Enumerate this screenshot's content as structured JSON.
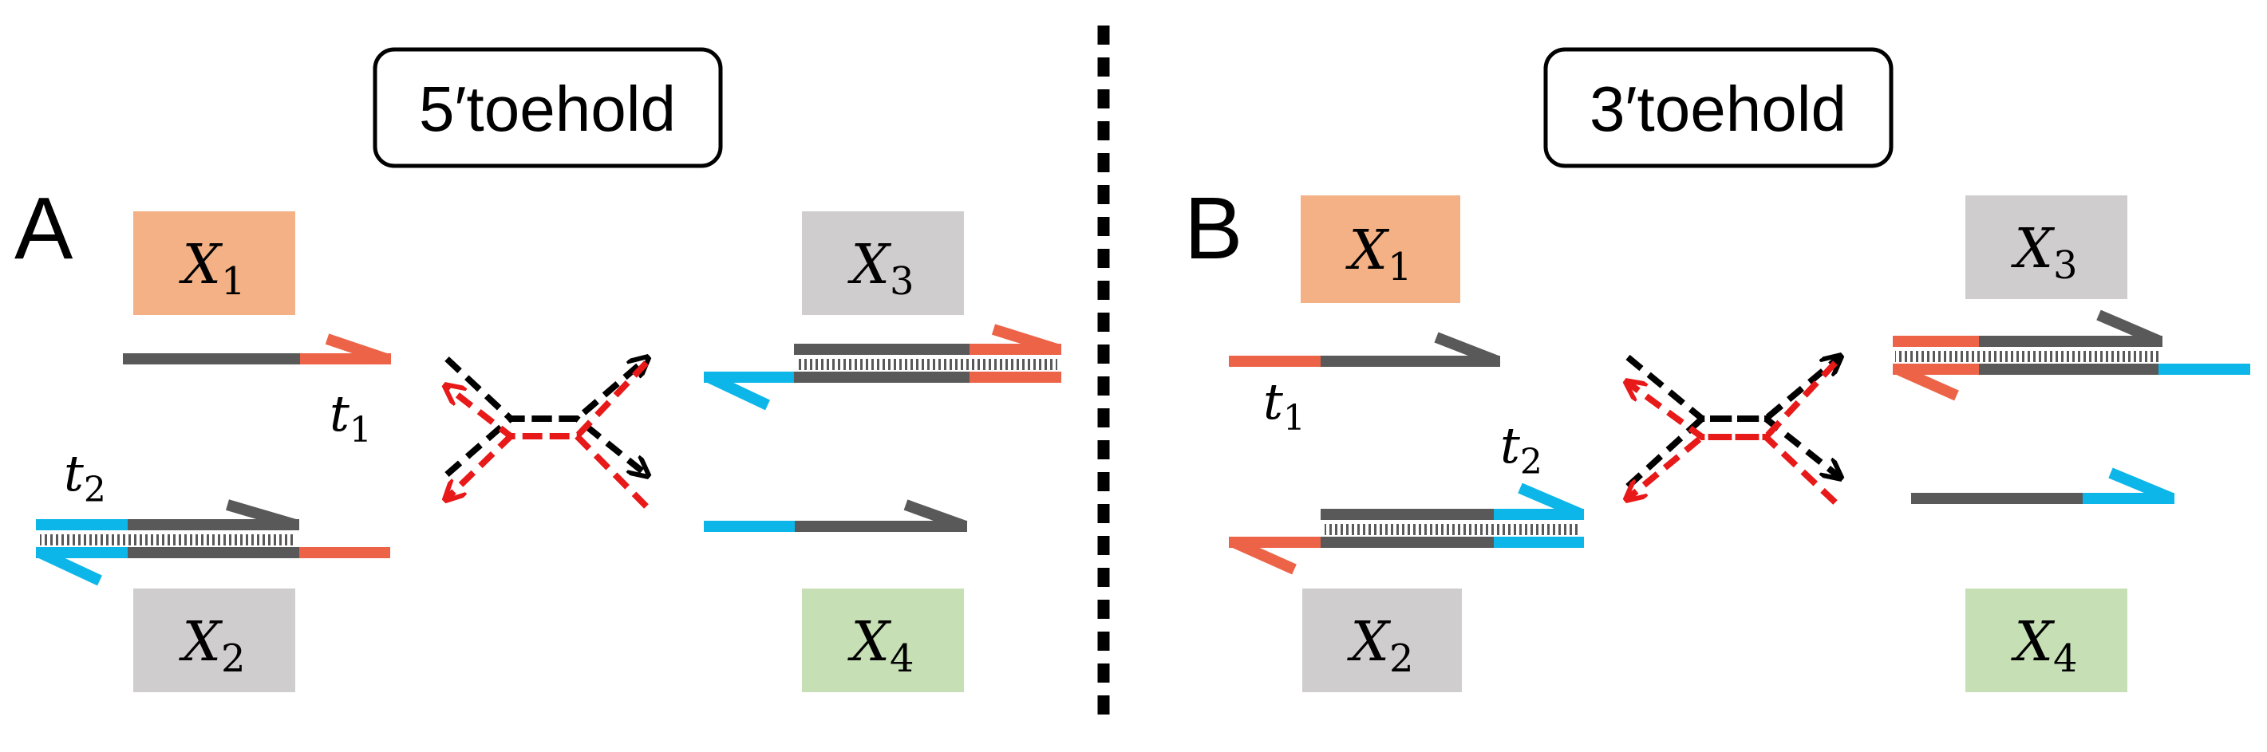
{
  "panels": [
    {
      "letter": "A",
      "title": "5′toehold",
      "species": [
        {
          "var": "X",
          "sub": "1",
          "color": "#F3B185"
        },
        {
          "var": "X",
          "sub": "2",
          "color": "#CFCDCD"
        },
        {
          "var": "X",
          "sub": "3",
          "color": "#CFCDCD"
        },
        {
          "var": "X",
          "sub": "4",
          "color": "#C6DFB4"
        }
      ],
      "toeholds": [
        {
          "var": "t",
          "sub": "1"
        },
        {
          "var": "t",
          "sub": "2"
        }
      ]
    },
    {
      "letter": "B",
      "title": "3′toehold",
      "species": [
        {
          "var": "X",
          "sub": "1",
          "color": "#F3B185"
        },
        {
          "var": "X",
          "sub": "2",
          "color": "#CFCDCD"
        },
        {
          "var": "X",
          "sub": "3",
          "color": "#CFCDCD"
        },
        {
          "var": "X",
          "sub": "4",
          "color": "#C6DFB4"
        }
      ],
      "toeholds": [
        {
          "var": "t",
          "sub": "1"
        },
        {
          "var": "t",
          "sub": "2"
        }
      ]
    }
  ],
  "colors": {
    "strand": "#595959",
    "toehold_red": "#ED6347",
    "toehold_blue": "#0DB6E8",
    "arrow_black": "#000000",
    "arrow_red": "#E81919"
  }
}
